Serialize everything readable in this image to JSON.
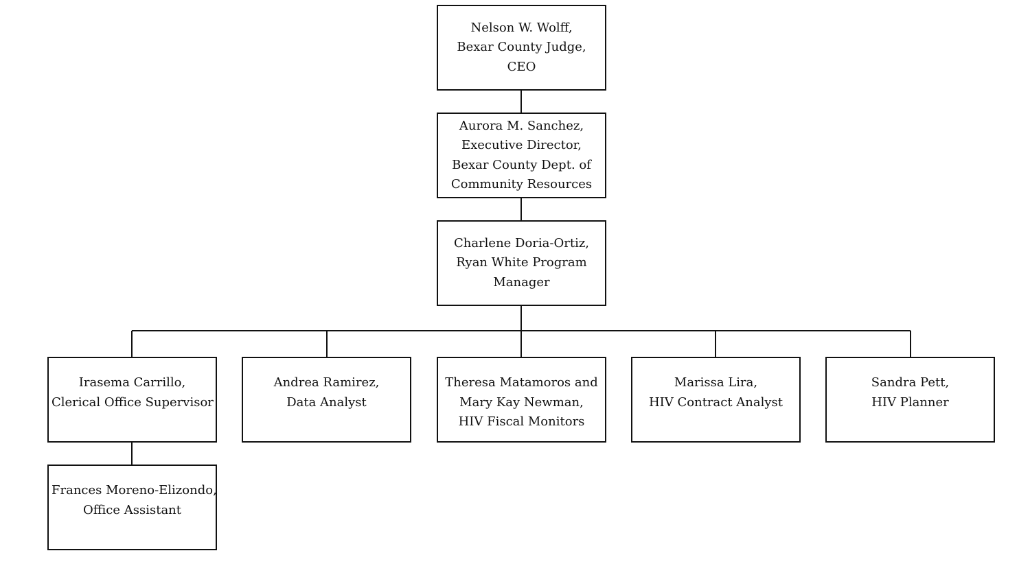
{
  "org_chart": {
    "ceo": {
      "lines": [
        "Nelson W. Wolff,",
        "Bexar County Judge,",
        "CEO"
      ]
    },
    "director": {
      "lines": [
        "Aurora M. Sanchez,",
        "Executive Director,",
        "Bexar County Dept. of",
        "Community Resources"
      ]
    },
    "manager": {
      "lines": [
        "Charlene Doria-Ortiz,",
        "Ryan White Program",
        "Manager"
      ]
    },
    "reports": [
      {
        "lines": [
          "Irasema Carrillo,",
          "Clerical Office Supervisor"
        ]
      },
      {
        "lines": [
          "Andrea Ramirez,",
          "Data Analyst"
        ]
      },
      {
        "lines": [
          "Theresa Matamoros and",
          "Mary Kay Newman,",
          "HIV Fiscal Monitors"
        ]
      },
      {
        "lines": [
          "Marissa Lira,",
          "HIV Contract Analyst"
        ]
      },
      {
        "lines": [
          "Sandra Pett,",
          "HIV Planner"
        ]
      }
    ],
    "assistant": {
      "lines": [
        "Frances Moreno-Elizondo,",
        "Office Assistant"
      ]
    }
  }
}
